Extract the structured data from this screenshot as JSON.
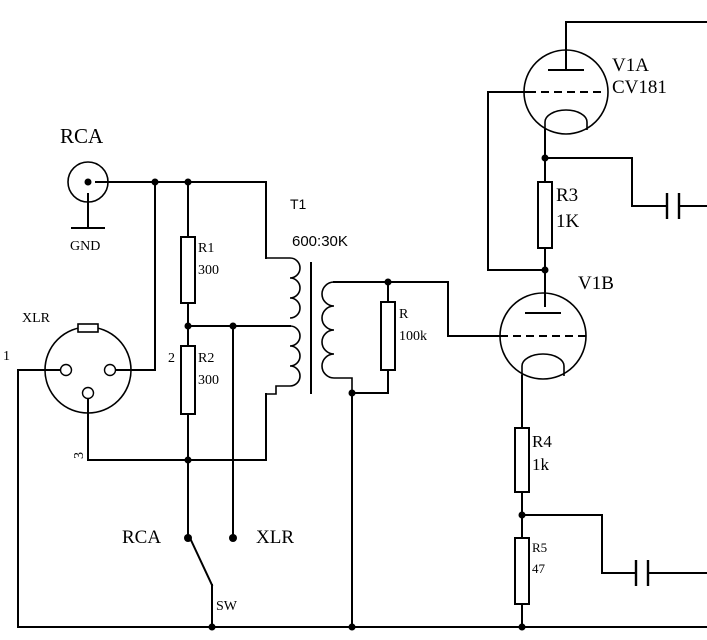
{
  "labels": {
    "rca_top": "RCA",
    "gnd": "GND",
    "xlr": "XLR",
    "pin1": "1",
    "pin2": "2",
    "pin3": "3",
    "r1_name": "R1",
    "r1_value": "300",
    "r2_name": "R2",
    "r2_value": "300",
    "t1_name": "T1",
    "t1_ratio": "600:30K",
    "r_name": "R",
    "r_value": "100k",
    "v1a_name": "V1A",
    "v1a_type": "CV181",
    "r3_name": "R3",
    "r3_value": "1K",
    "v1b_name": "V1B",
    "r4_name": "R4",
    "r4_value": "1k",
    "r5_name": "R5",
    "r5_value": "47",
    "sw_rca": "RCA",
    "sw_xlr": "XLR",
    "sw_name": "SW"
  }
}
